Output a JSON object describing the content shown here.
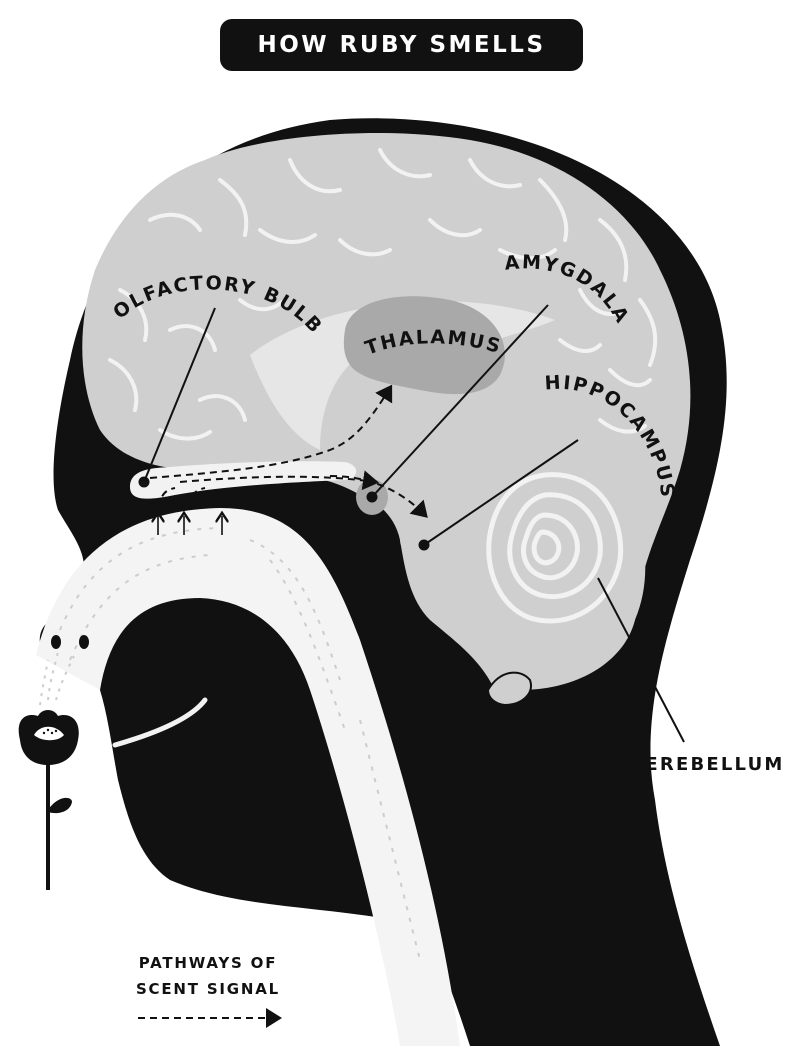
{
  "title": "HOW RUBY SMELLS",
  "labels": {
    "olfactory_bulb": "OLFACTORY BULB",
    "thalamus": "THALAMUS",
    "amygdala": "AMYGDALA",
    "hippocampus": "HIPPOCAMPUS",
    "cerebellum": "CEREBELLUM"
  },
  "legend": {
    "line1": "PATHWAYS OF",
    "line2": "SCENT SIGNAL"
  },
  "colors": {
    "head": "#111111",
    "brain": "#cfcfcf",
    "brain_highlight": "#e6e6e6",
    "thalamus": "#a9a9a9",
    "background": "#ffffff"
  }
}
